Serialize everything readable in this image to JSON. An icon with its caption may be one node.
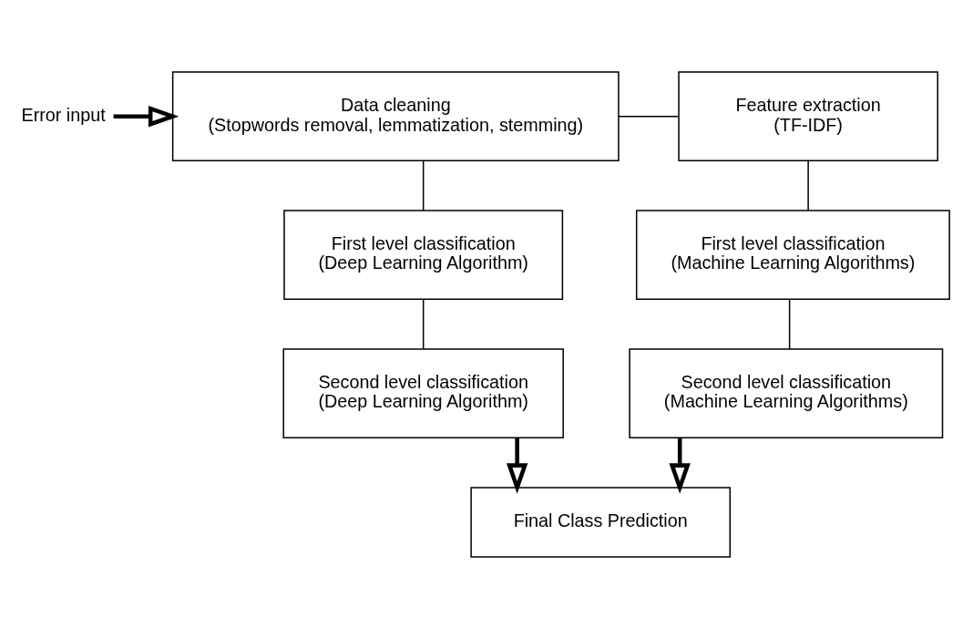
{
  "diagram": {
    "nodes": [
      {
        "text": [
          "Error input"
        ]
      },
      {
        "text": [
          "Data cleaning",
          "(Stopwords removal, lemmatization, stemming)"
        ]
      },
      {
        "text": [
          "Feature extraction",
          "(TF-IDF)"
        ]
      },
      {
        "text": [
          "First level classification",
          "(Deep Learning Algorithm)"
        ]
      },
      {
        "text": [
          "First level classification",
          "(Machine Learning Algorithms)"
        ]
      },
      {
        "text": [
          "Second level classification",
          "(Deep Learning Algorithm)"
        ]
      },
      {
        "text": [
          "Second level classification",
          "(Machine Learning Algorithms)"
        ]
      },
      {
        "text": [
          "Final Class Prediction"
        ]
      }
    ],
    "edges": [
      {
        "from": 0,
        "to": 1,
        "arrow": "to",
        "style": "thick"
      },
      {
        "from": 1,
        "to": 2,
        "arrow": "none"
      },
      {
        "from": 1,
        "to": 3,
        "arrow": "none"
      },
      {
        "from": 2,
        "to": 4,
        "arrow": "none"
      },
      {
        "from": 3,
        "to": 5,
        "arrow": "none"
      },
      {
        "from": 4,
        "to": 6,
        "arrow": "none"
      },
      {
        "from": 5,
        "to": 7,
        "arrow": "to",
        "style": "thick"
      },
      {
        "from": 6,
        "to": 7,
        "arrow": "to",
        "style": "thick"
      }
    ]
  }
}
